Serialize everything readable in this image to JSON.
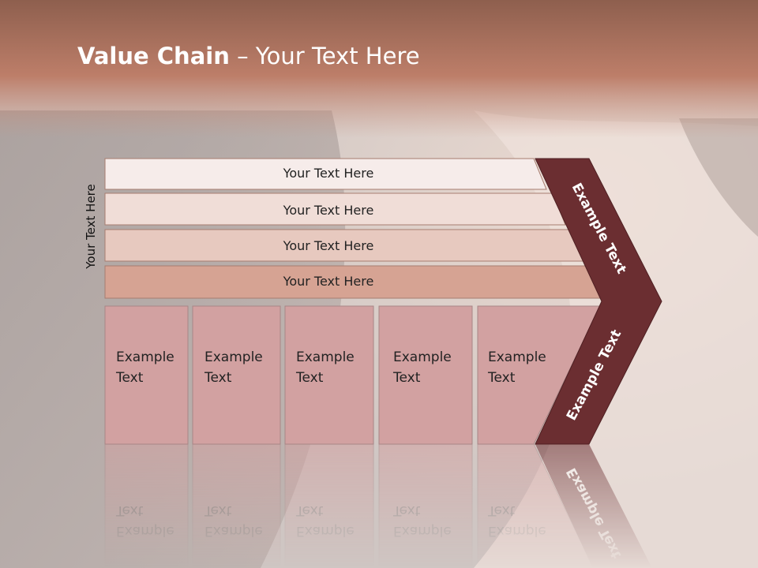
{
  "title": {
    "bold": "Value Chain",
    "rest": " – Your Text Here"
  },
  "side_label": "Your Text Here",
  "rows": [
    {
      "label": "Your Text Here"
    },
    {
      "label": "Your Text Here"
    },
    {
      "label": "Your Text Here"
    },
    {
      "label": "Your Text Here"
    }
  ],
  "boxes": [
    {
      "line1": "Example",
      "line2": "Text"
    },
    {
      "line1": "Example",
      "line2": "Text"
    },
    {
      "line1": "Example",
      "line2": "Text"
    },
    {
      "line1": "Example",
      "line2": "Text"
    },
    {
      "line1": "Example",
      "line2": "Text"
    }
  ],
  "chevron_top_label": "Example Text",
  "chevron_bottom_label": "Example Text",
  "colors": {
    "header_band": "#b97a66",
    "row1": "#f6ecea",
    "row2": "#f0ddd7",
    "row3": "#e7c9bf",
    "row4": "#d6a393",
    "boxes": "#d2a1a1",
    "chevron": "#6b2e31"
  }
}
